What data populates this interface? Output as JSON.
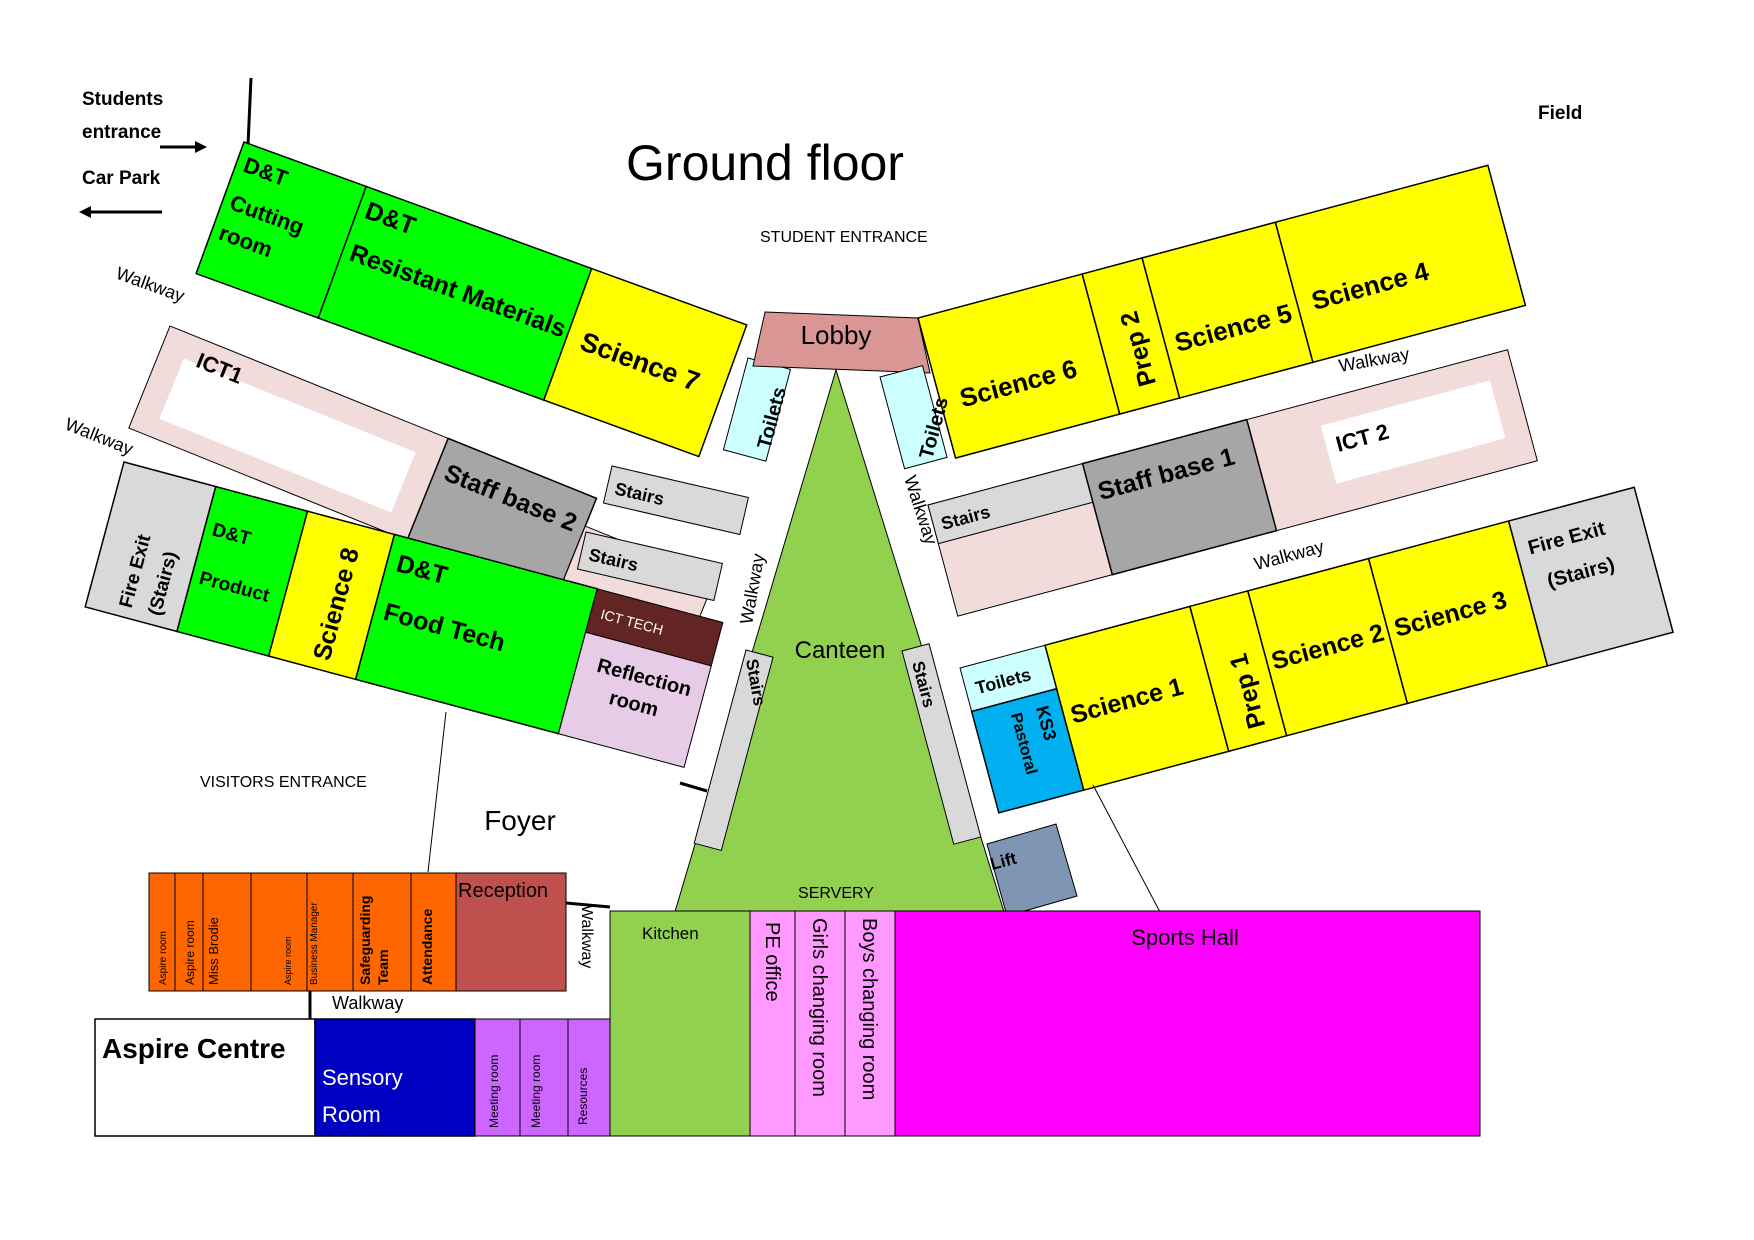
{
  "title": "Ground floor",
  "directions": {
    "students_entrance": [
      "Students",
      "entrance"
    ],
    "car_park": "Car Park",
    "field": "Field",
    "student_entrance": "STUDENT ENTRANCE",
    "visitors_entrance": "VISITORS ENTRANCE"
  },
  "colors": {
    "green": "#00ff00",
    "yellow": "#ffff00",
    "pink_light": "#f2dcdb",
    "grey": "#a6a6a6",
    "grey_light": "#d9d9d9",
    "canteen": "#92d050",
    "lobby": "#d99694",
    "toilets": "#ccffff",
    "pastoral": "#00b0f0",
    "lift": "#7f96b2",
    "orange": "#ff6600",
    "reception": "#c0504d",
    "ict_tech": "#632523",
    "reflection": "#e6cce6",
    "sensory": "#0000c0",
    "meeting": "#cc66ff",
    "pe_pink": "#ff99ff",
    "sports_hall": "#ff00ff"
  },
  "rooms": {
    "dt_cutting": [
      "D&T",
      "Cutting",
      "room"
    ],
    "dt_resistant": [
      "D&T",
      "Resistant Materials"
    ],
    "science7": "Science 7",
    "lobby": "Lobby",
    "toilets_left": "Toilets",
    "toilets_right": "Toilets",
    "science6": "Science 6",
    "prep2": "Prep 2",
    "science5": "Science 5",
    "science4": "Science 4",
    "ict1": "ICT1",
    "staff_base2": "Staff base 2",
    "stairs_a": "Stairs",
    "stairs_b": "Stairs",
    "stairs_right": "Stairs",
    "staff_base1": "Staff base 1",
    "ict2": "ICT 2",
    "fire_exit_left": [
      "Fire Exit",
      "(Stairs)"
    ],
    "dt_product": [
      "D&T",
      "Product"
    ],
    "science8": "Science 8",
    "dt_food": [
      "D&T",
      "Food Tech"
    ],
    "ict_tech": "ICT TECH",
    "reflection": [
      "Reflection",
      "room"
    ],
    "canteen": "Canteen",
    "stairs_canteen_left": "Stairs",
    "stairs_canteen_right": "Stairs",
    "toilets_lower": "Toilets",
    "ks3": "KS3",
    "pastoral": "Pastoral",
    "science1": "Science 1",
    "prep1": "Prep 1",
    "science2": "Science 2",
    "science3": "Science 3",
    "fire_exit_right": [
      "Fire Exit",
      "(Stairs)"
    ],
    "lift": "Lift",
    "foyer": "Foyer",
    "servery": "SERVERY",
    "aspire_room_1": "Aspire room",
    "aspire_room_2": "Aspire room",
    "miss_brodie": "Miss Brodie",
    "aspire_room_3": "Aspire room",
    "business_manager": "Business  Manager",
    "safeguarding": [
      "Safeguarding",
      "Team"
    ],
    "attendance": "Attendance",
    "reception": "Reception",
    "kitchen": "Kitchen",
    "pe_office": "PE office",
    "girls_changing": "Girls changing room",
    "boys_changing": "Boys changing room",
    "sports_hall": "Sports Hall",
    "aspire_centre": "Aspire Centre",
    "sensory_room": [
      "Sensory",
      "Room"
    ],
    "meeting_room_1": "Meeting room",
    "meeting_room_2": "Meeting room",
    "resources": "Resources"
  },
  "walkways": {
    "upper_left": "Walkway",
    "middle_left": "Walkway",
    "centre_left_vertical": "Walkway",
    "centre_right_vertical": "Walkway",
    "upper_right": "Walkway",
    "middle_right": "Walkway",
    "foyer_vertical": "Walkway",
    "aspire": "Walkway"
  }
}
